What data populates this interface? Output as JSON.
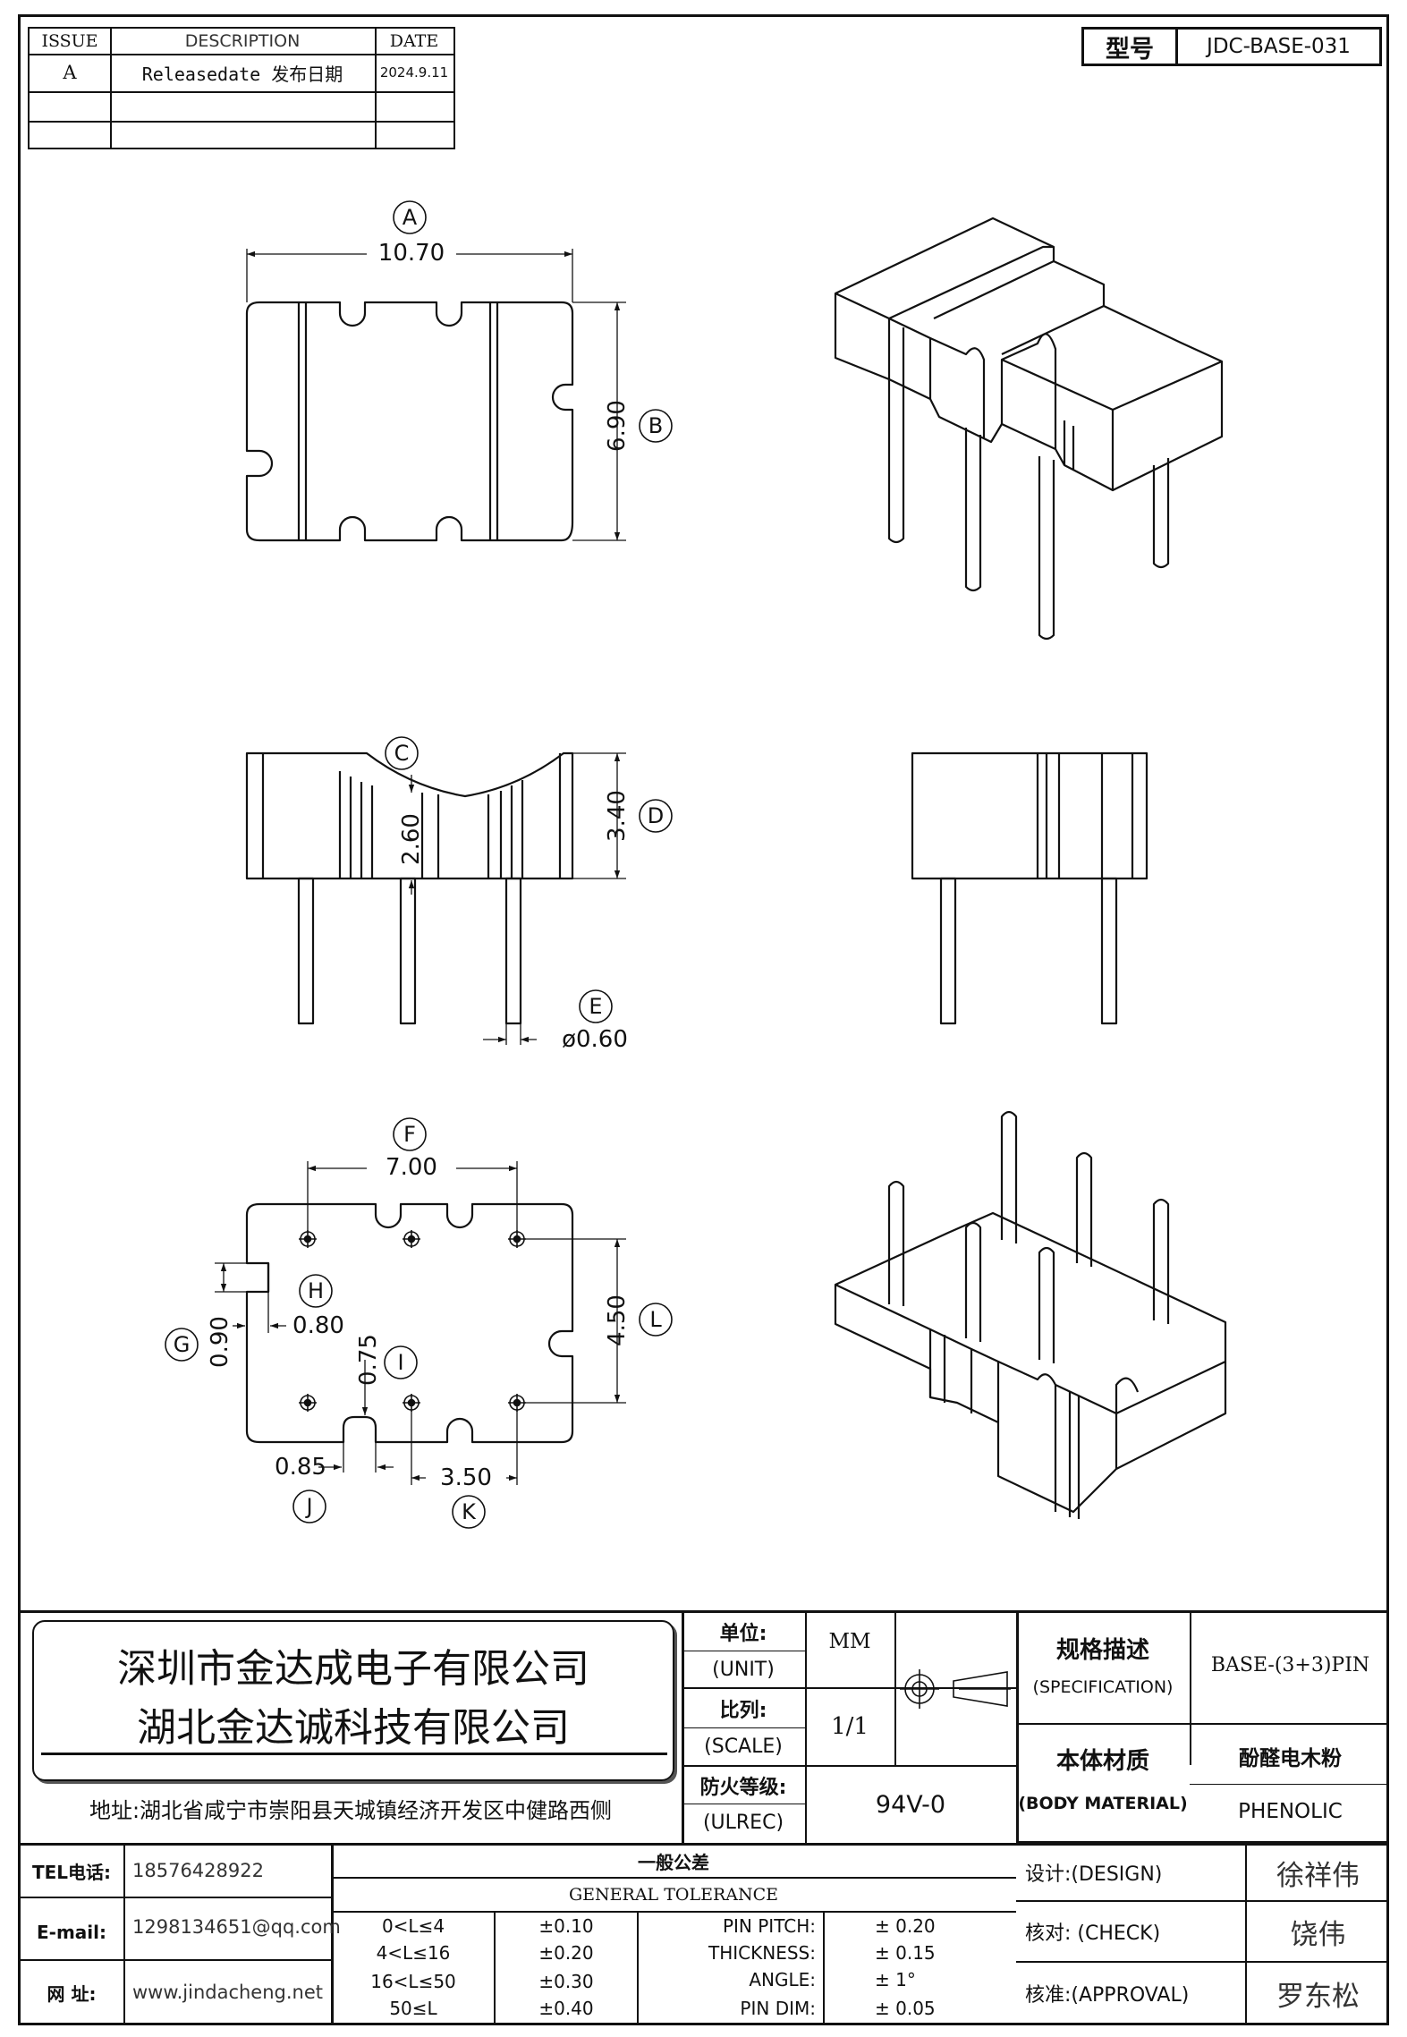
{
  "revision": {
    "headers": {
      "issue": "ISSUE",
      "description": "DESCRIPTION",
      "date": "DATE"
    },
    "rows": [
      {
        "issue": "A",
        "description": "Releasedate 发布日期",
        "date": "2024.9.11"
      },
      {
        "issue": "",
        "description": "",
        "date": ""
      },
      {
        "issue": "",
        "description": "",
        "date": ""
      }
    ]
  },
  "model": {
    "label": "型号",
    "value": "JDC-BASE-031"
  },
  "dimensions": {
    "A": {
      "letter": "A",
      "value": "10.70"
    },
    "B": {
      "letter": "B",
      "value": "6.90"
    },
    "C": {
      "letter": "C",
      "value": "2.60"
    },
    "D": {
      "letter": "D",
      "value": "3.40"
    },
    "E": {
      "letter": "E",
      "value": "ø0.60"
    },
    "F": {
      "letter": "F",
      "value": "7.00"
    },
    "G": {
      "letter": "G",
      "value": "0.90"
    },
    "H": {
      "letter": "H",
      "value": "0.80"
    },
    "I": {
      "letter": "I",
      "value": "0.75"
    },
    "J": {
      "letter": "J",
      "value": "0.85"
    },
    "K": {
      "letter": "K",
      "value": "3.50"
    },
    "L": {
      "letter": "L",
      "value": "4.50"
    }
  },
  "title_block": {
    "company": {
      "name1": "深圳市金达成电子有限公司",
      "name2": "湖北金达诚科技有限公司",
      "address": "地址:湖北省咸宁市崇阳县天城镇经济开发区中健路西侧"
    },
    "unit": {
      "label_cn": "单位:",
      "label_en": "(UNIT)",
      "value": "MM"
    },
    "scale": {
      "label_cn": "比列:",
      "label_en": "(SCALE)",
      "value": "1/1"
    },
    "ulrec": {
      "label_cn": "防火等级:",
      "label_en": "(ULREC)",
      "value": "94V-0"
    },
    "spec": {
      "label_cn": "规格描述",
      "label_en": "(SPECIFICATION)",
      "value": "BASE-(3+3)PIN"
    },
    "material": {
      "label_cn": "本体材质",
      "label_en": "(BODY MATERIAL)",
      "value_cn": "酚醛电木粉",
      "value_en": "PHENOLIC"
    },
    "contacts": {
      "tel": {
        "label": "TEL电话:",
        "value": "18576428922"
      },
      "email": {
        "label": "E-mail:",
        "value": "1298134651@qq.com"
      },
      "web": {
        "label": "网  址:",
        "value": "www.jindacheng.net"
      }
    },
    "tolerance": {
      "title_cn": "一般公差",
      "title_en": "GENERAL TOLERANCE",
      "ranges": [
        {
          "range": "0<L≤4",
          "tol": "±0.10"
        },
        {
          "range": "4<L≤16",
          "tol": "±0.20"
        },
        {
          "range": "16<L≤50",
          "tol": "±0.30"
        },
        {
          "range": "50≤L",
          "tol": "±0.40"
        }
      ],
      "others": [
        {
          "label": "PIN PITCH:",
          "tol": "±  0.20"
        },
        {
          "label": "THICKNESS:",
          "tol": "±  0.15"
        },
        {
          "label": "ANGLE:",
          "tol": "±  1°"
        },
        {
          "label": "PIN DIM:",
          "tol": "±  0.05"
        }
      ]
    },
    "approvals": {
      "design": {
        "label": "设计:(DESIGN)",
        "name": "徐祥伟"
      },
      "check": {
        "label": "核对: (CHECK)",
        "name": "饶伟"
      },
      "approval": {
        "label": "核准:(APPROVAL)",
        "name": "罗东松"
      }
    }
  }
}
